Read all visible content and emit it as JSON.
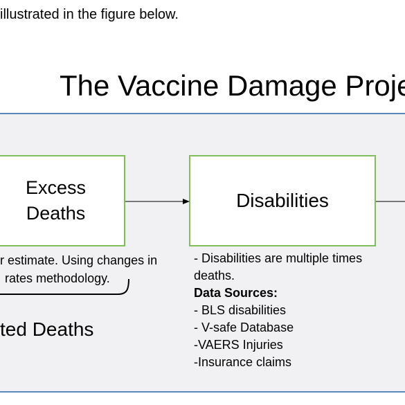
{
  "intro_text": "illustrated in the figure below.",
  "diagram": {
    "title": "The Vaccine Damage Proje",
    "boxes": {
      "excess_deaths": [
        "Excess",
        "Deaths"
      ],
      "disabilities": "Disabilities"
    },
    "left_note": {
      "line1": "r estimate. Using changes in",
      "line2": "rates methodology."
    },
    "right_note": {
      "line1": "- Disabilities are multiple times",
      "line2": "deaths.",
      "heading": "Data Sources:",
      "sources": [
        "- BLS disabilities",
        "- V-safe Database",
        "-VAERS Injuries",
        "-Insurance claims"
      ]
    },
    "sub_heading": "ted Deaths",
    "colors": {
      "panel_background": "#f1f1f3",
      "panel_border": "#5b86c0",
      "box_border": "#7fbf5b"
    }
  }
}
